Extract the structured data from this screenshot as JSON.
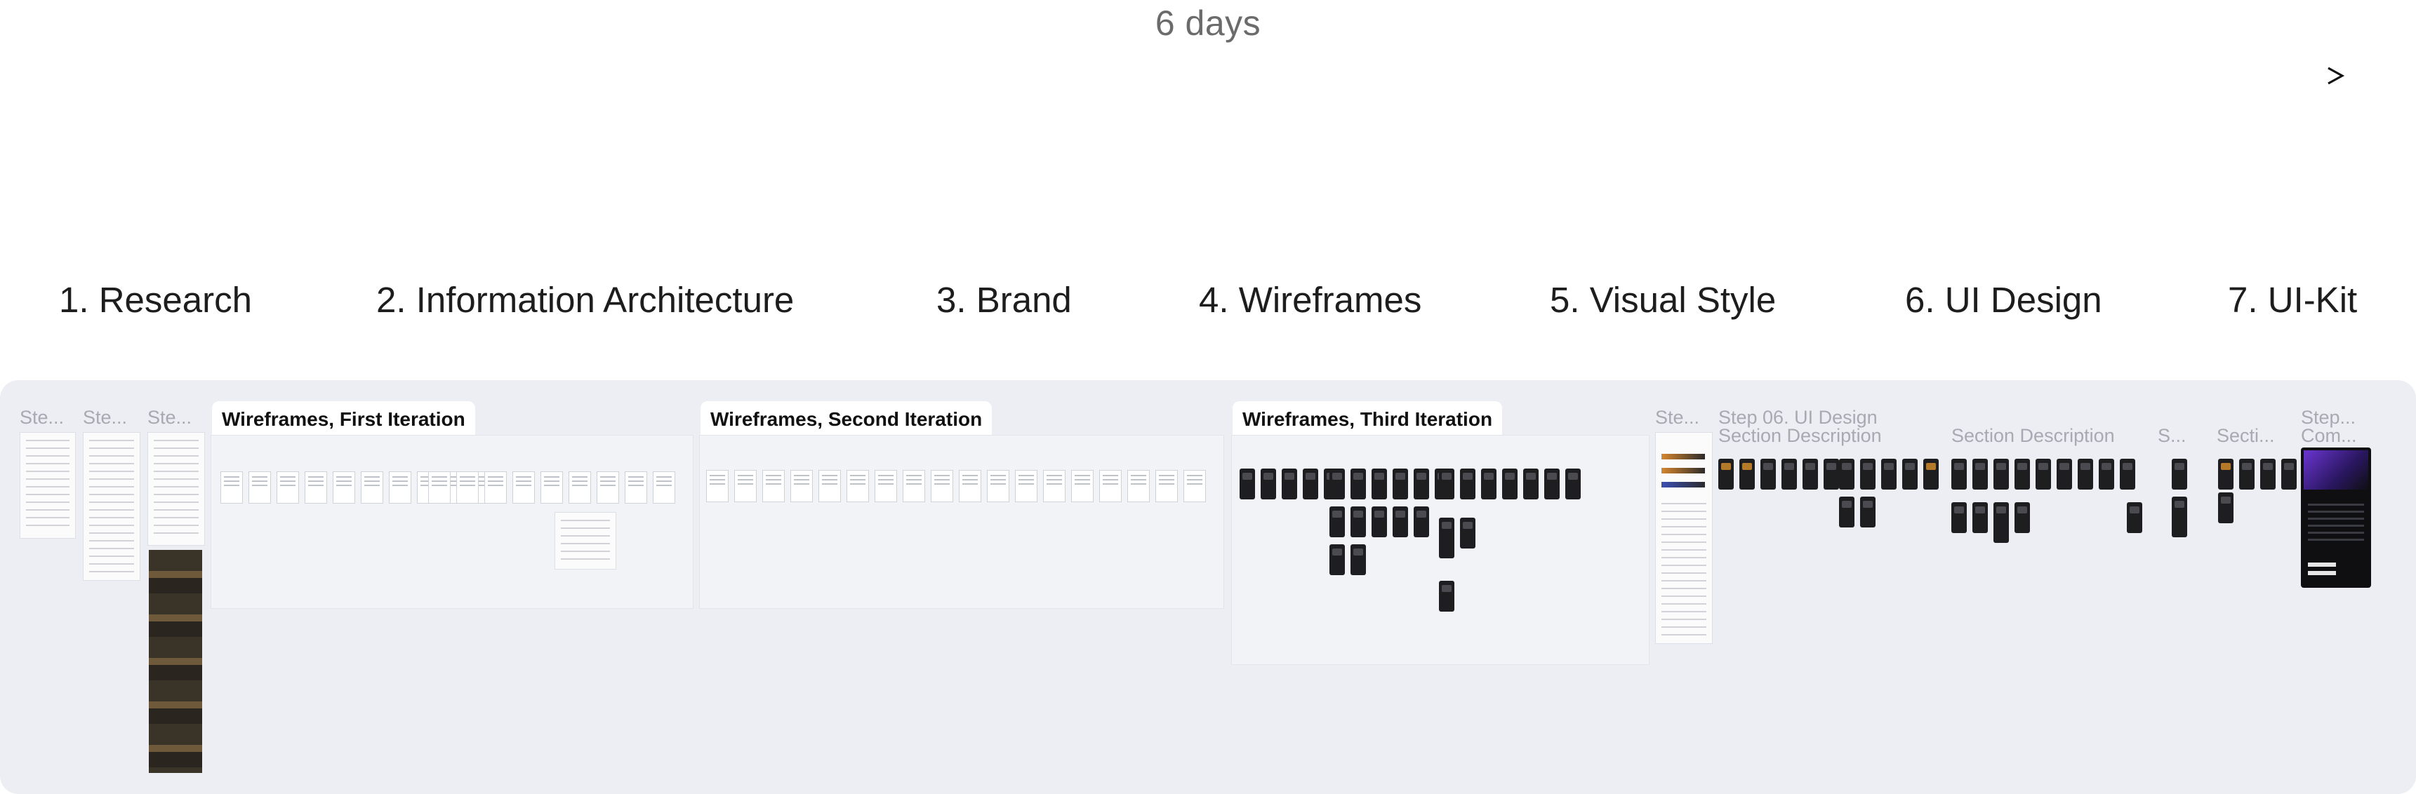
{
  "duration_label": "6 days",
  "steps": [
    "1. Research",
    "2. Information Architecture",
    "3. Brand",
    "4. Wireframes",
    "5. Visual Style",
    "6. UI Design",
    "7. UI-Kit"
  ],
  "canvas": {
    "frame_titles": {
      "step_a": "Ste...",
      "step_b": "Ste...",
      "step_c": "Ste...",
      "step_d": "Ste...",
      "ui_design": "Step 06. UI Design",
      "section_desc_1": "Section Description",
      "section_desc_2": "Section Description",
      "section_s": "S...",
      "section_short": "Secti...",
      "step_kit": "Step...",
      "kit_sub": "Com..."
    },
    "iterations": [
      "Wireframes, First Iteration",
      "Wireframes, Second Iteration",
      "Wireframes, Third Iteration"
    ]
  },
  "colors": {
    "canvas_bg": "#eceef3",
    "step_text": "#1d1d1d",
    "duration_text": "#6b6b6b",
    "muted_title": "#a7aab2",
    "kit_accent": "#6a35d0"
  }
}
